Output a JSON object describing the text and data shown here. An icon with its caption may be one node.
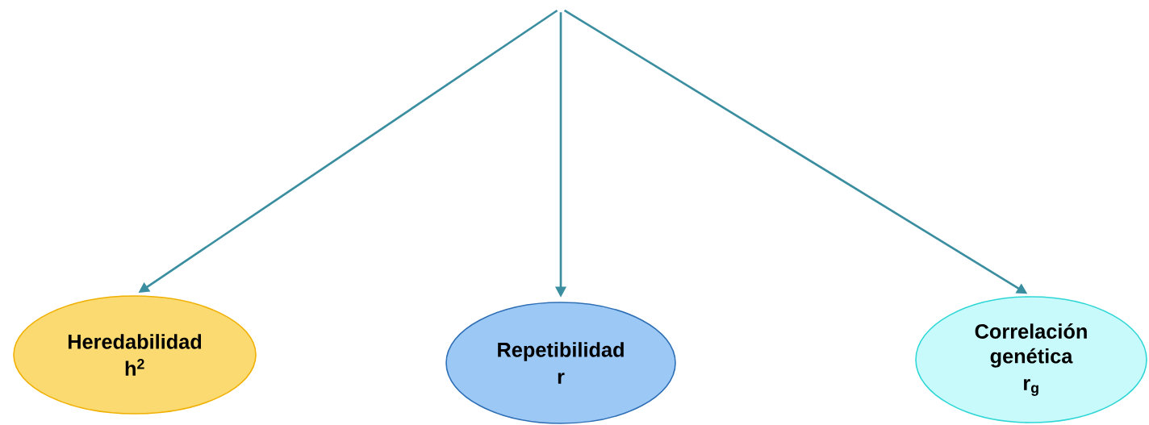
{
  "diagram": {
    "nodes": [
      {
        "text": [
          "Heredabilidad",
          "h$^{2}$"
        ]
      },
      {
        "text": [
          "Repetibilidad",
          "r"
        ]
      },
      {
        "text": [
          "Correlación genética",
          "r$_{g}$"
        ]
      }
    ],
    "edges": [
      {
        "from": null,
        "to": 0,
        "arrow": "to"
      },
      {
        "from": null,
        "to": 1,
        "arrow": "to"
      },
      {
        "from": null,
        "to": 2,
        "arrow": "to"
      }
    ]
  }
}
